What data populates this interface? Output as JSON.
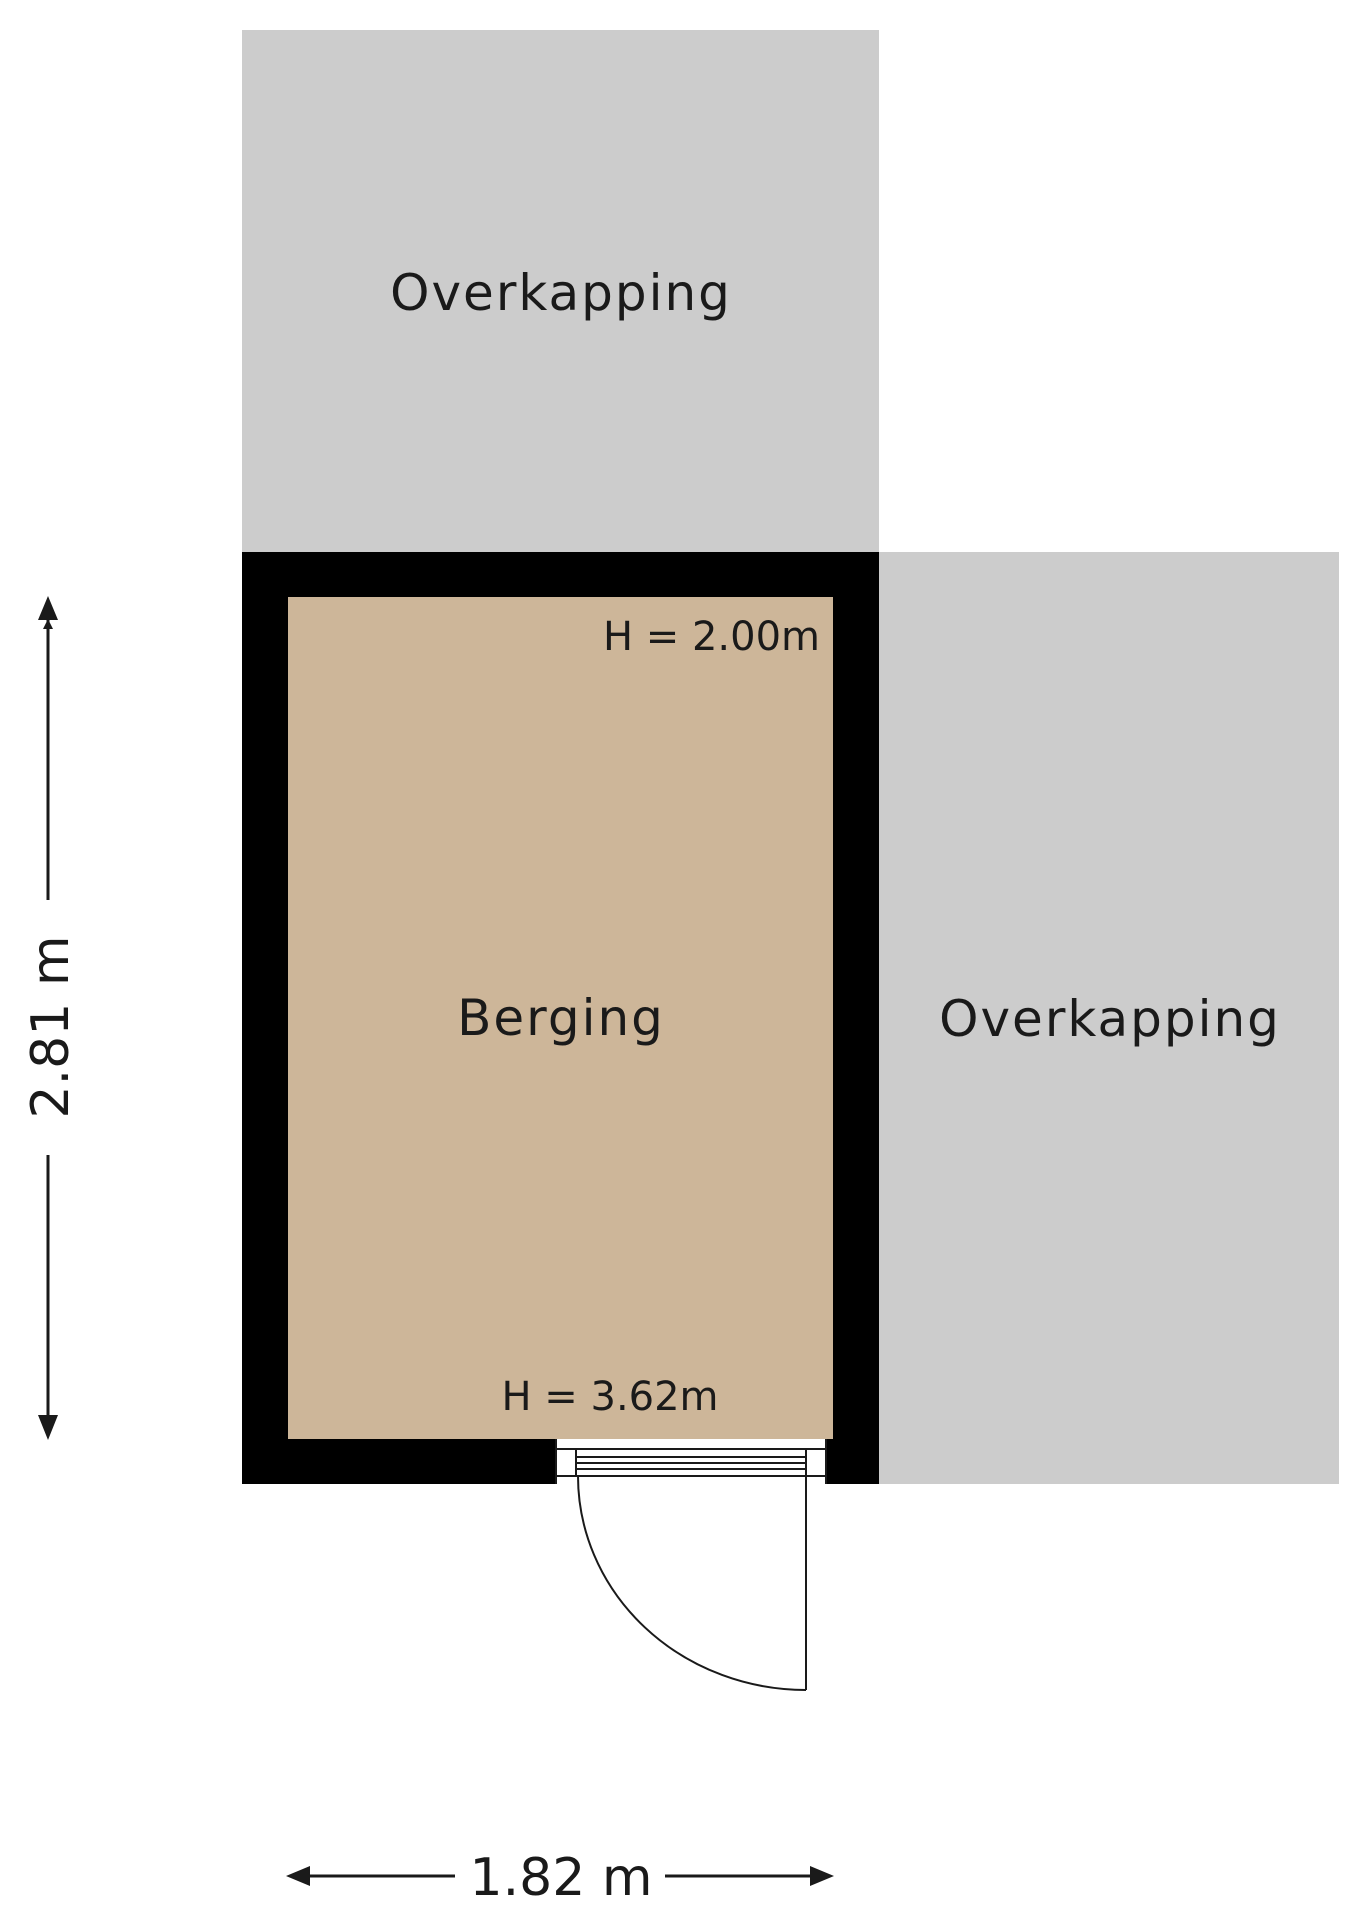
{
  "colors": {
    "overkapping": "#cccccc",
    "berging": "#cdb699",
    "wall": "#000000",
    "line": "#1a1a1a"
  },
  "rooms": {
    "overkapping_top": "Overkapping",
    "overkapping_right": "Overkapping",
    "berging": "Berging"
  },
  "heights": {
    "top": "H = 2.00m",
    "bottom": "H = 3.62m"
  },
  "dimensions": {
    "vertical": "2.81 m",
    "horizontal": "1.82 m"
  }
}
